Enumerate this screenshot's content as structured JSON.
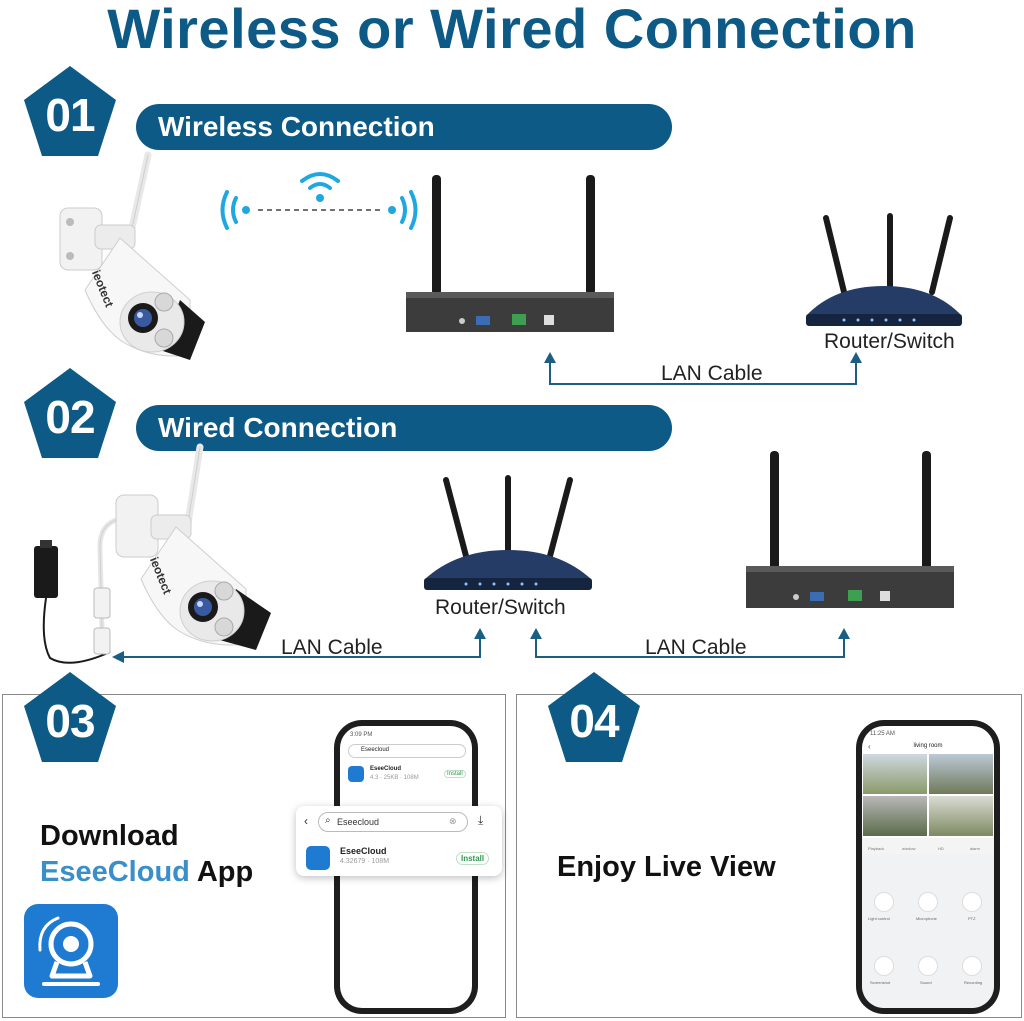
{
  "title": "Wireless or Wired Connection",
  "steps": [
    {
      "number": "01",
      "banner": "Wireless Connection"
    },
    {
      "number": "02",
      "banner": "Wired Connection"
    },
    {
      "number": "03"
    },
    {
      "number": "04"
    }
  ],
  "labels": {
    "router_switch": "Router/Switch",
    "lan_cable": "LAN Cable"
  },
  "camera_brand": "ieotect",
  "download": {
    "line1": "Download",
    "app_name": "EseeCloud",
    "app_word": " App"
  },
  "enjoy": "Enjoy Live View",
  "app_store": {
    "status_time": "3:09 PM",
    "search_text": "Eseecloud",
    "app_name": "EseeCloud",
    "app_meta_small": "4.3 · 25KB · 108M",
    "app_meta": "4.32679 · 108M",
    "install": "Install"
  },
  "live_view": {
    "status_time": "11:25 AM",
    "room": "living room",
    "tools": [
      "Playback",
      "window",
      "HD",
      "alarm"
    ],
    "controls": [
      "Light control",
      "Microphone",
      "PTZ",
      "Screenshot",
      "Sound",
      "Recording"
    ]
  },
  "colors": {
    "brand_blue": "#0d5a86",
    "accent_blue": "#3a8fc9",
    "wifi_blue": "#1fa7e0"
  }
}
